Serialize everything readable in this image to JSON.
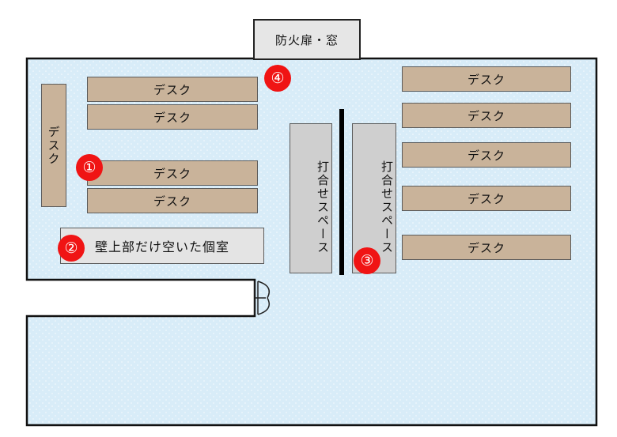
{
  "fire_door_label": "防火扉・窓",
  "desk_label": "デスク",
  "meeting_label": "打合せスペース",
  "private_room_label": "壁上部だけ空いた個室",
  "markers": [
    "①",
    "②",
    "③",
    "④"
  ],
  "colors": {
    "floor": "#d8ecf8",
    "desk": "#c9b39a",
    "meeting": "#cfcfcf",
    "marker": "#f01414"
  }
}
